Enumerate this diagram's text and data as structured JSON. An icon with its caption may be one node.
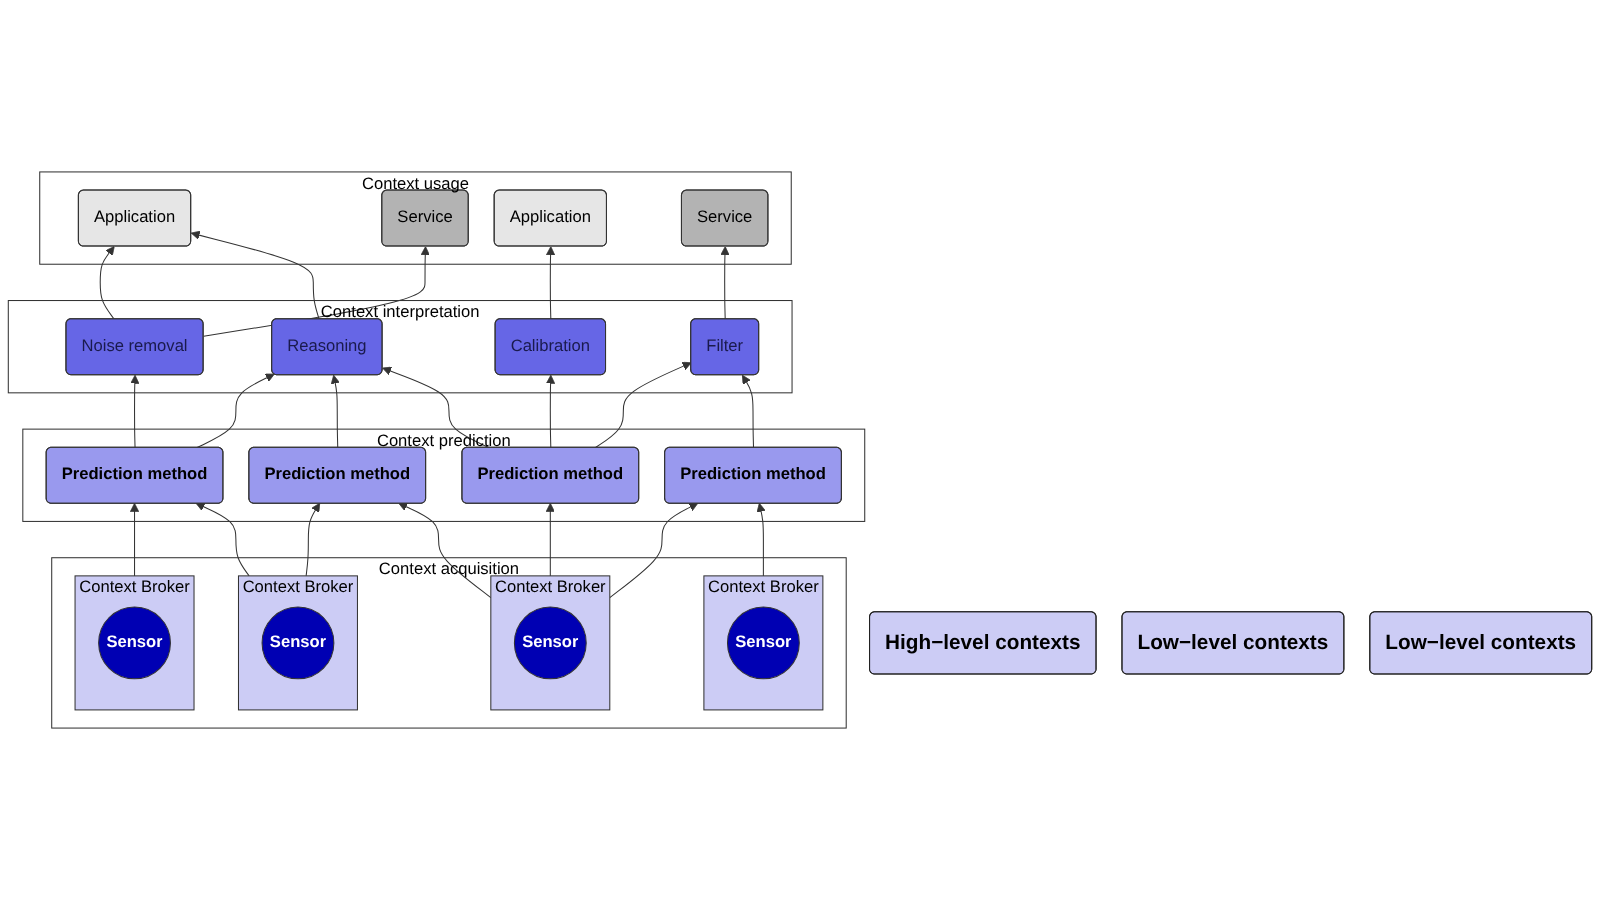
{
  "diagram": {
    "nodes": [
      {
        "text": [
          "Context usage"
        ]
      },
      {
        "text": [
          "Application"
        ],
        "in": 0
      },
      {
        "text": [
          "Service"
        ],
        "in": 0
      },
      {
        "text": [
          "Application"
        ],
        "in": 0
      },
      {
        "text": [
          "Service"
        ],
        "in": 0
      },
      {
        "text": [
          "Context interpretation"
        ]
      },
      {
        "text": [
          "Noise removal"
        ],
        "in": 5
      },
      {
        "text": [
          "Reasoning"
        ],
        "in": 5
      },
      {
        "text": [
          "Calibration"
        ],
        "in": 5
      },
      {
        "text": [
          "Filter"
        ],
        "in": 5
      },
      {
        "text": [
          "Context prediction"
        ]
      },
      {
        "text": [
          "Prediction method"
        ],
        "in": 10
      },
      {
        "text": [
          "Prediction method"
        ],
        "in": 10
      },
      {
        "text": [
          "Prediction method"
        ],
        "in": 10
      },
      {
        "text": [
          "Prediction method"
        ],
        "in": 10
      },
      {
        "text": [
          "Context acquisition"
        ]
      },
      {
        "text": [
          "Context Broker"
        ],
        "in": 15
      },
      {
        "text": [
          "Sensor"
        ],
        "in": 16
      },
      {
        "text": [
          "Context Broker"
        ],
        "in": 15
      },
      {
        "text": [
          "Sensor"
        ],
        "in": 18
      },
      {
        "text": [
          "Context Broker"
        ],
        "in": 15
      },
      {
        "text": [
          "Sensor"
        ],
        "in": 20
      },
      {
        "text": [
          "Context Broker"
        ],
        "in": 15
      },
      {
        "text": [
          "Sensor"
        ],
        "in": 22
      },
      {
        "text": [
          "High−level contexts"
        ]
      },
      {
        "text": [
          "Low−level contexts"
        ]
      },
      {
        "text": [
          "Low−level contexts"
        ]
      }
    ],
    "edges": [
      {
        "from": 16,
        "to": 11,
        "arrow": "to"
      },
      {
        "from": 18,
        "to": 11,
        "arrow": "to"
      },
      {
        "from": 18,
        "to": 12,
        "arrow": "to"
      },
      {
        "from": 20,
        "to": 12,
        "arrow": "to"
      },
      {
        "from": 20,
        "to": 13,
        "arrow": "to"
      },
      {
        "from": 20,
        "to": 14,
        "arrow": "to"
      },
      {
        "from": 22,
        "to": 14,
        "arrow": "to"
      },
      {
        "from": 11,
        "to": 6,
        "arrow": "to"
      },
      {
        "from": 11,
        "to": 7,
        "arrow": "to"
      },
      {
        "from": 12,
        "to": 7,
        "arrow": "to"
      },
      {
        "from": 13,
        "to": 7,
        "arrow": "to"
      },
      {
        "from": 13,
        "to": 8,
        "arrow": "to"
      },
      {
        "from": 13,
        "to": 9,
        "arrow": "to"
      },
      {
        "from": 14,
        "to": 9,
        "arrow": "to"
      },
      {
        "from": 6,
        "to": 1,
        "arrow": "to"
      },
      {
        "from": 6,
        "to": 2,
        "arrow": "to"
      },
      {
        "from": 7,
        "to": 1,
        "arrow": "to"
      },
      {
        "from": 8,
        "to": 3,
        "arrow": "to"
      },
      {
        "from": 9,
        "to": 4,
        "arrow": "to"
      }
    ]
  }
}
